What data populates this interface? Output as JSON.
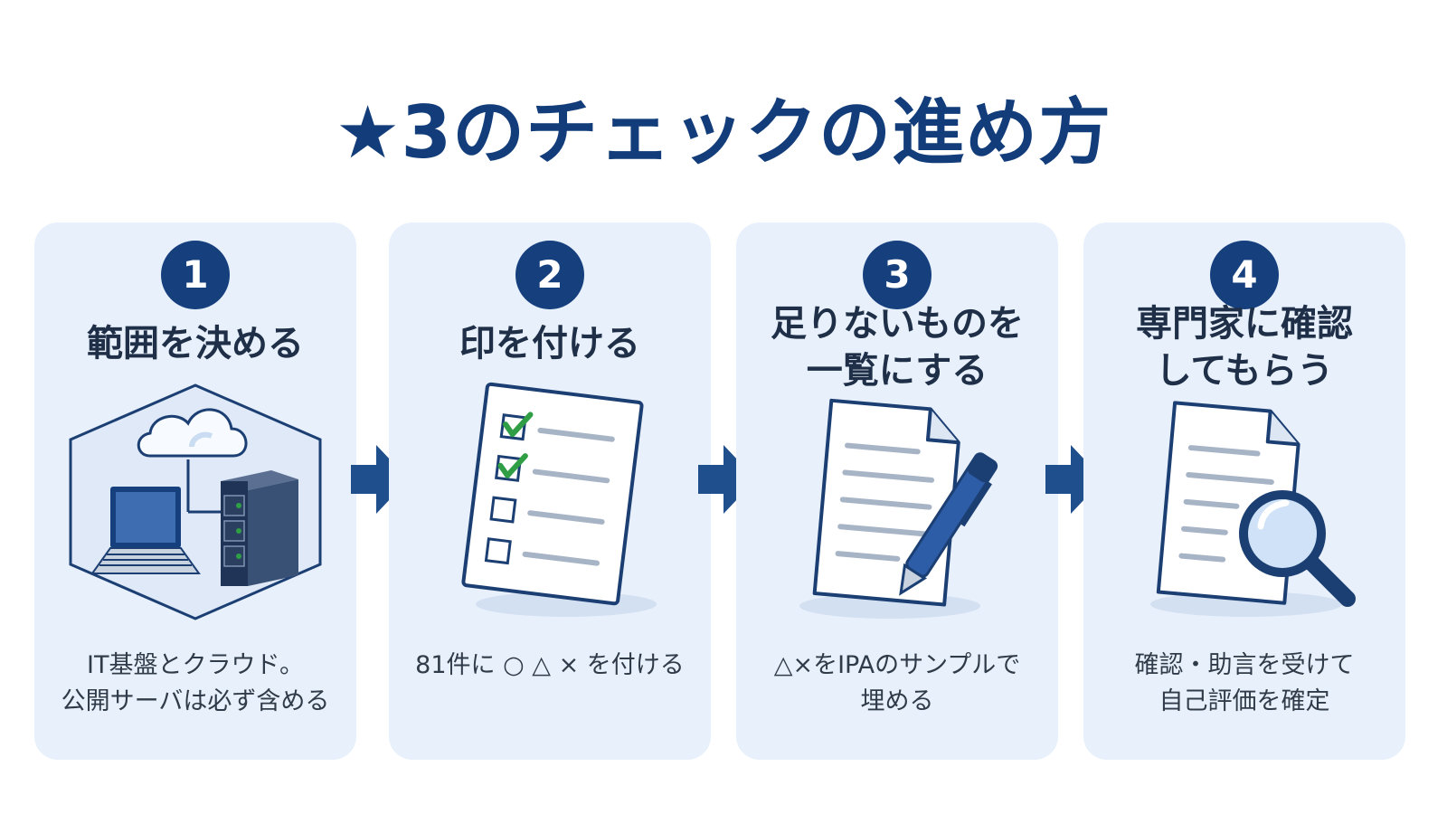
{
  "title": "★3のチェックの進め方",
  "steps": [
    {
      "number": "1",
      "heading_lines": [
        "範囲を決める"
      ],
      "description_lines": [
        "IT基盤とクラウド。",
        "公開サーバは必ず含める"
      ]
    },
    {
      "number": "2",
      "heading_lines": [
        "印を付ける"
      ],
      "description_lines": [
        "81件に ○ △ × を付ける"
      ]
    },
    {
      "number": "3",
      "heading_lines": [
        "足りないものを",
        "一覧にする"
      ],
      "description_lines": [
        "△×をIPAのサンプルで",
        "埋める"
      ]
    },
    {
      "number": "4",
      "heading_lines": [
        "専門家に確認",
        "してもらう"
      ],
      "description_lines": [
        "確認・助言を受けて",
        "自己評価を確定"
      ]
    }
  ],
  "icons": {
    "step1": "laptop-cloud-server-icon",
    "step2": "checklist-icon",
    "step3": "document-pen-icon",
    "step4": "document-magnifier-icon",
    "flow": "arrow-right-icon"
  },
  "colors": {
    "accent": "#153f7d",
    "card_background": "#e8f0fb",
    "check_green": "#2f9e44"
  }
}
